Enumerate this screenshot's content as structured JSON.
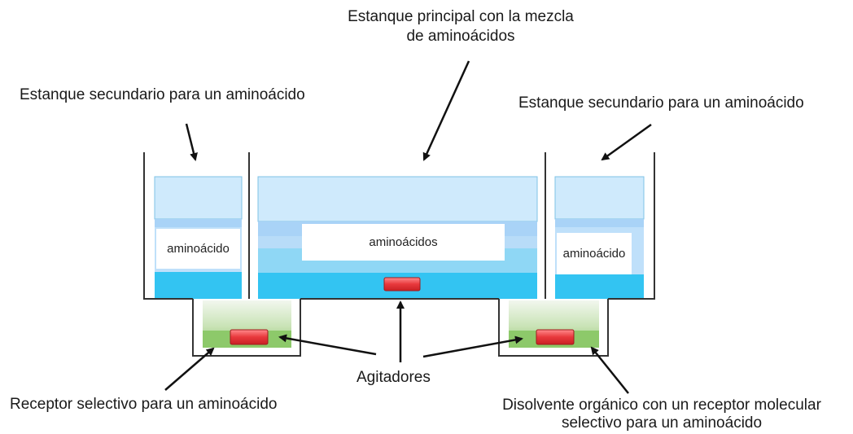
{
  "labels": {
    "main_tank_line1": "Estanque principal con la mezcla",
    "main_tank_line2": "de aminoácidos",
    "secondary_left": "Estanque secundario para un aminoácido",
    "secondary_right": "Estanque secundario para un aminoácido",
    "stirrers": "Agitadores",
    "receptor": "Receptor selectivo para un aminoácido",
    "solvent_line1": "Disolvente orgánico con un receptor molecular",
    "solvent_line2": "selectivo para un aminoácido"
  },
  "tanks": {
    "left_content": "aminoácido",
    "main_content": "aminoácidos",
    "right_content": "aminoácido"
  },
  "colors": {
    "water_light": "#cfeafc",
    "water_mid": "#a9d3f7",
    "water_deep": "#33c4f2",
    "solvent_green": "#8dc96a",
    "stirrer_red": "#e8383c",
    "wall": "#333333"
  }
}
